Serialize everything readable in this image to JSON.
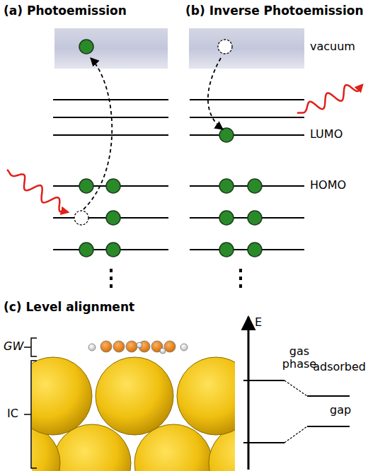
{
  "diagram": {
    "labels": [
      "(a) Photoemission",
      "(b) Inverse Photoemission",
      "vacuum",
      "LUMO",
      "HOMO",
      "(c) Level alignment",
      "GW",
      "IC",
      "E",
      "gas phase",
      "adsorbed",
      "gap"
    ]
  }
}
